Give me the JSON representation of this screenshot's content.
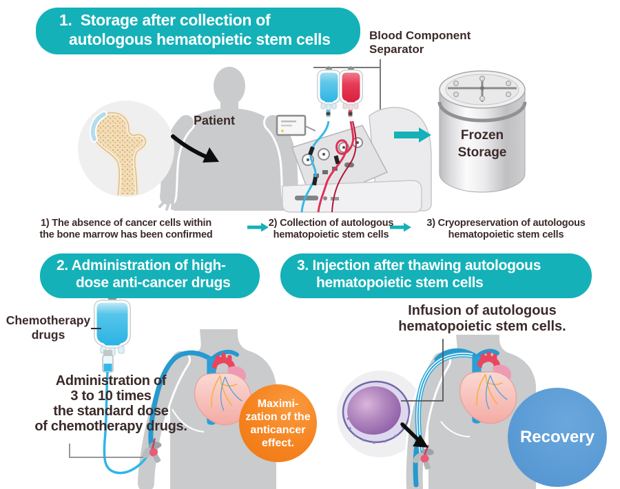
{
  "colors": {
    "teal": "#14b1b8",
    "text_dark": "#3c2a2a",
    "orange": "#f5831f",
    "recovery_blue": "#5b9bd5",
    "silhouette_gray": "#c9cbcd",
    "tube_blue": "#2eb6e6"
  },
  "section1": {
    "banner": {
      "line1": "1.  Storage after collection of",
      "line2": "autologous hematopietic stem cells"
    },
    "separator_label": {
      "line1": "Blood Component",
      "line2": "Separator"
    },
    "patient_label": "Patient",
    "tank_label": {
      "line1": "Frozen",
      "line2": "Storage"
    },
    "steps": [
      {
        "line1": "1) The absence of cancer cells within",
        "line2": "the bone marrow has been confirmed"
      },
      {
        "line1": "2) Collection of autologous",
        "line2": "hematopoietic stem cells"
      },
      {
        "line1": "3) Cryopreservation of autologous",
        "line2": "hematopoietic stem cells"
      }
    ]
  },
  "section2": {
    "banner": {
      "line1": "2. Administration of high-",
      "line2": "dose anti-cancer drugs"
    },
    "chemo_label": {
      "line1": "Chemotherapy",
      "line2": "drugs"
    },
    "dose_text": {
      "line1": "Administration of",
      "line2": "3 to 10 times",
      "line3": "the standard dose",
      "line4": "of chemotherapy drugs."
    },
    "effect_badge": {
      "line1": "Maximi-",
      "line2": "zation of the",
      "line3": "anticancer",
      "line4": "effect."
    }
  },
  "section3": {
    "banner": {
      "line1": "3. Injection after thawing autologous",
      "line2": "hematopoietic stem cells"
    },
    "infusion_label": {
      "line1": "Infusion of autologous",
      "line2": "hematopoietic stem cells."
    },
    "recovery_badge": "Recovery"
  }
}
